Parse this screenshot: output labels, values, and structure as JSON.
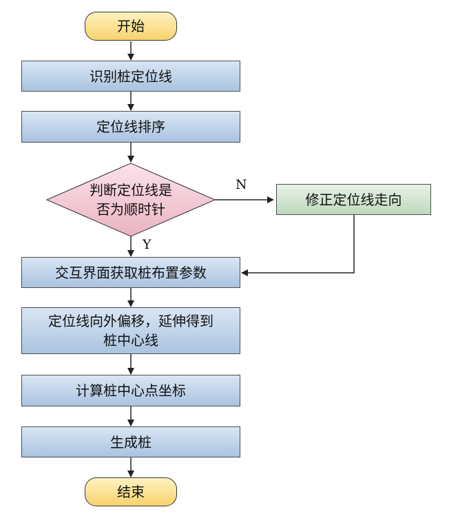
{
  "nodes": {
    "start": "开始",
    "identify": "识别桩定位线",
    "sort": "定位线排序",
    "decision_line1": "判断定位线是",
    "decision_line2": "否为顺时针",
    "fix": "修正定位线走向",
    "interact": "交互界面获取桩布置参数",
    "offset_line1": "定位线向外偏移，延伸得到",
    "offset_line2": "桩中心线",
    "compute": "计算桩中心点坐标",
    "generate": "生成桩",
    "end": "结束"
  },
  "edge_labels": {
    "no": "N",
    "yes": "Y"
  },
  "colors": {
    "process_fill": "#aac3e0",
    "terminal_fill": "#f7d36d",
    "decision_fill": "#f4c9d3",
    "side_fill": "#bfd9bd"
  }
}
